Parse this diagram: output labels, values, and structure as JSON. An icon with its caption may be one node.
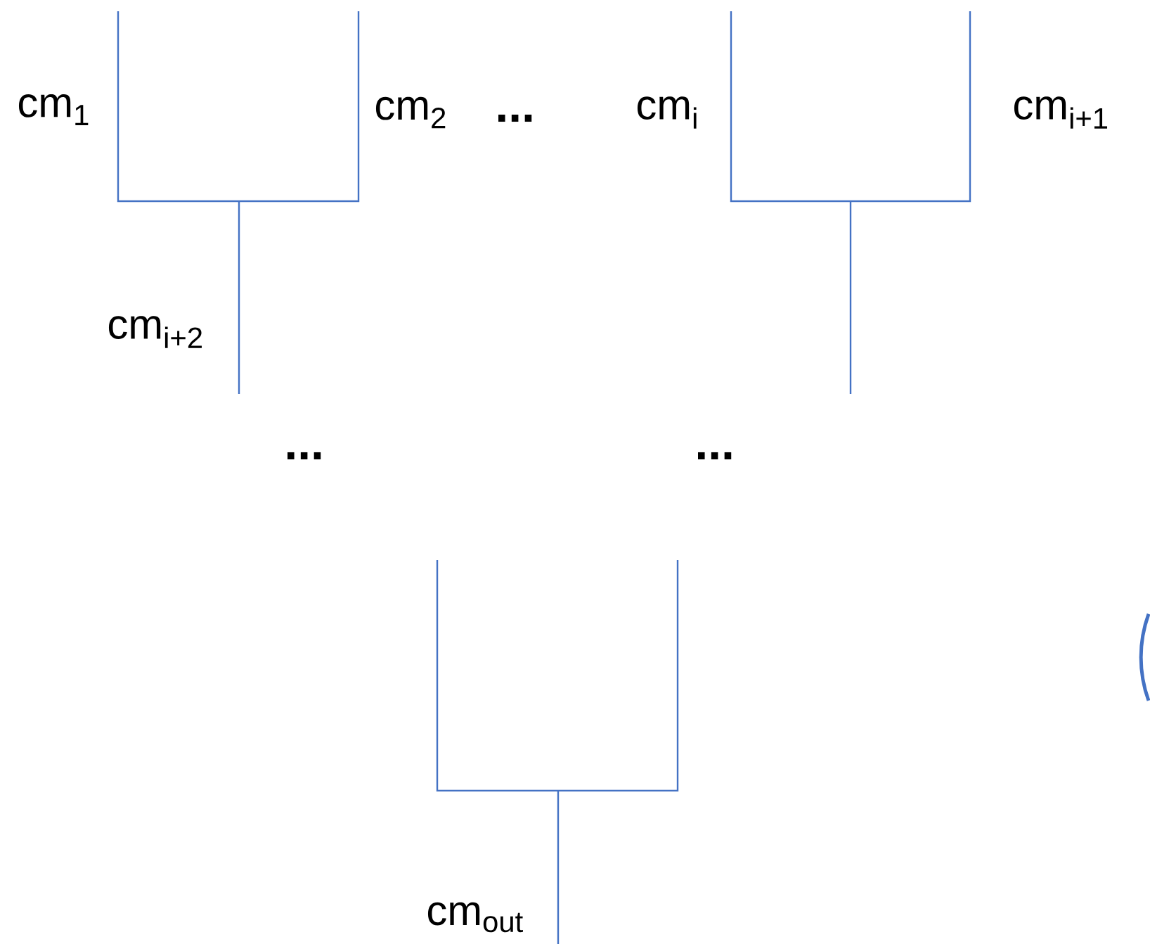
{
  "diagram": {
    "labels": [
      "cm$_{1}$",
      "cm$_{2}$",
      "...",
      "cm$_{i}$",
      "cm$_{i+1}$",
      "cm$_{i+2}$",
      "...",
      "...",
      "cm$_{out}$"
    ]
  }
}
